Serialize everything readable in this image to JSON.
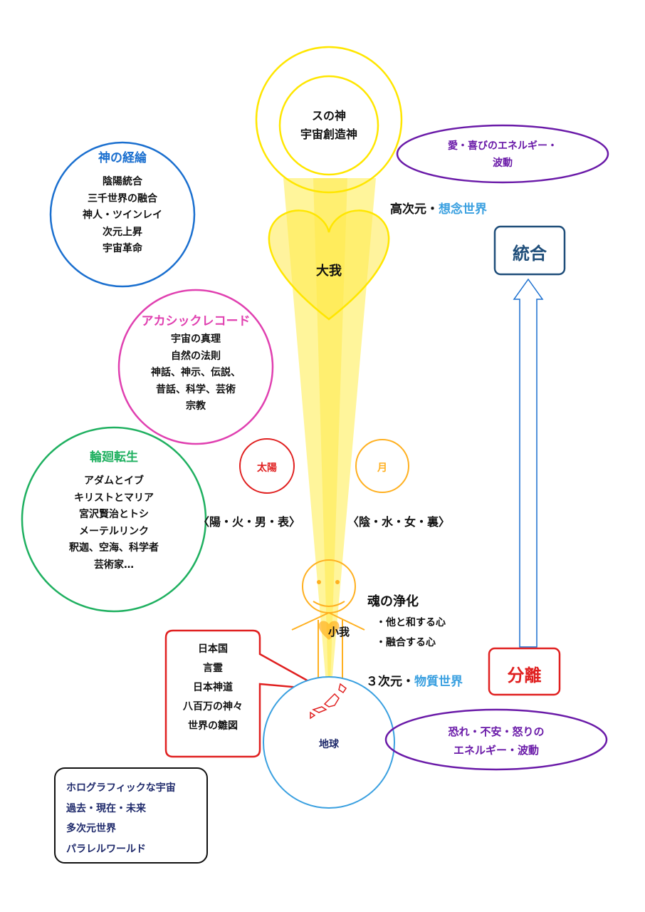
{
  "colors": {
    "yellow": "#ffe600",
    "beam": "#fff27a",
    "blue": "#1a6fcf",
    "magenta": "#e040b0",
    "green": "#1fb060",
    "red": "#e02020",
    "orange": "#ffb020",
    "purple": "#6a1aa8",
    "navy": "#1f4e7a",
    "light_blue": "#3aa0e0",
    "black": "#111111"
  },
  "top_circle": {
    "line1": "スの神",
    "line2": "宇宙創造神"
  },
  "love_ellipse": {
    "line1": "愛・喜びのエネルギー・",
    "line2": "波動"
  },
  "higher_dim": {
    "prefix": "高次元・",
    "highlight": "想念世界"
  },
  "integration_box": {
    "label": "統合"
  },
  "heart": {
    "label": "大我"
  },
  "god_plan": {
    "title": "神の経綸",
    "items": [
      "陰陽統合",
      "三千世界の融合",
      "神人・ツインレイ",
      "次元上昇",
      "宇宙革命"
    ]
  },
  "akashic": {
    "title": "アカシックレコード",
    "items": [
      "宇宙の真理",
      "自然の法則",
      "神話、神示、伝説、",
      "昔話、科学、芸術",
      "宗教"
    ]
  },
  "reincarnation": {
    "title": "輪廻転生",
    "items": [
      "アダムとイブ",
      "キリストとマリア",
      "宮沢賢治とトシ",
      "メーテルリンク",
      "釈迦、空海、科学者",
      "芸術家…"
    ]
  },
  "sun": {
    "label": "太陽",
    "attributes": "〈陽・火・男・表〉"
  },
  "moon": {
    "label": "月",
    "attributes": "〈陰・水・女・裏〉"
  },
  "soul": {
    "title": "魂の浄化",
    "items": [
      "・他と和する心",
      "・融合する心"
    ]
  },
  "small_self": {
    "label": "小我"
  },
  "third_dim": {
    "prefix": "３次元・",
    "highlight": "物質世界"
  },
  "separation_box": {
    "label": "分離"
  },
  "fear_ellipse": {
    "line1": "恐れ・不安・怒りの",
    "line2": "エネルギー・波動"
  },
  "japan_bubble": {
    "items": [
      "日本国",
      "言霊",
      "日本神道",
      "八百万の神々",
      "世界の雛図"
    ]
  },
  "earth": {
    "label": "地球"
  },
  "bottom_box": {
    "items": [
      "ホログラフィックな宇宙",
      "過去・現在・未来",
      "多次元世界",
      "パラレルワールド"
    ]
  }
}
